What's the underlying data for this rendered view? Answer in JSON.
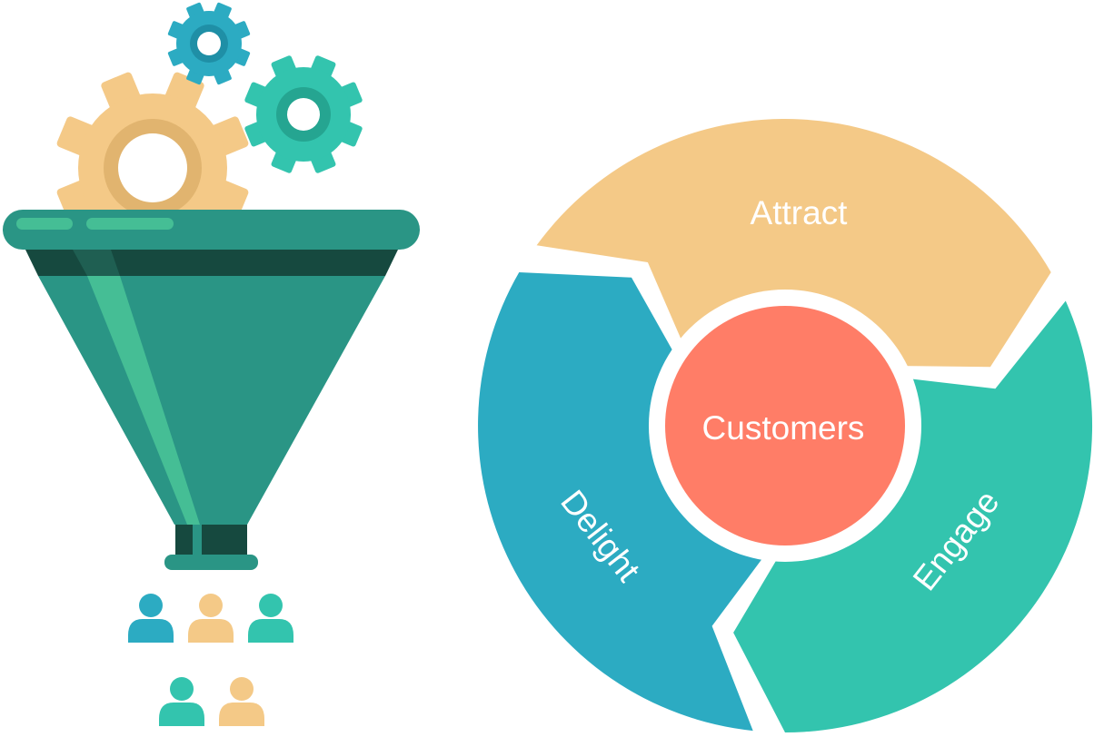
{
  "colors": {
    "yellow": "#F4C987",
    "yellow_dark": "#E1B46F",
    "teal": "#33C4AE",
    "teal_dark": "#25A591",
    "blue": "#2CABC2",
    "blue_dark": "#1F8FA6",
    "coral": "#FF7D67",
    "funnel": "#2A9585",
    "funnel_dark": "#16493F",
    "funnel_light": "#45BE95"
  },
  "flywheel": {
    "center_label": "Customers",
    "segments": [
      {
        "label": "Attract",
        "color": "#F4C987"
      },
      {
        "label": "Engage",
        "color": "#33C4AE"
      },
      {
        "label": "Delight",
        "color": "#2CABC2"
      }
    ]
  },
  "icons": {
    "gears": [
      "gear-icon",
      "gear-icon",
      "gear-icon"
    ],
    "funnel": "funnel-icon",
    "people": [
      "person-icon",
      "person-icon",
      "person-icon",
      "person-icon",
      "person-icon"
    ]
  }
}
